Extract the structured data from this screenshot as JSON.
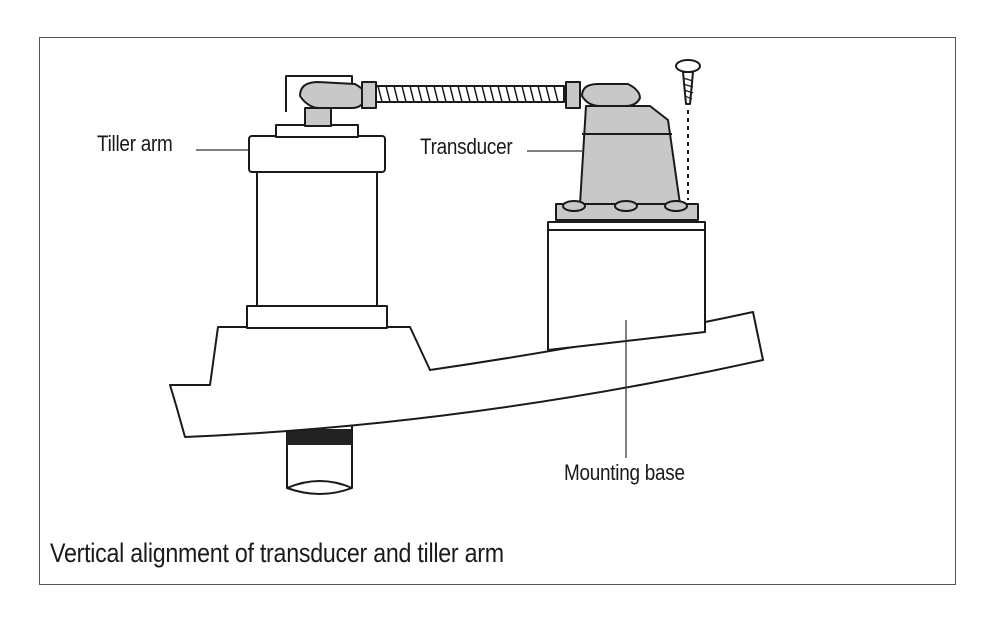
{
  "labels": {
    "tiller_arm": "Tiller arm",
    "transducer": "Transducer",
    "mounting_base": "Mounting base"
  },
  "caption": "Vertical alignment of transducer and tiller arm",
  "colors": {
    "line": "#1a1a1a",
    "transducer_fill": "#c8c8c8",
    "rudder_stock_band": "#222222"
  }
}
